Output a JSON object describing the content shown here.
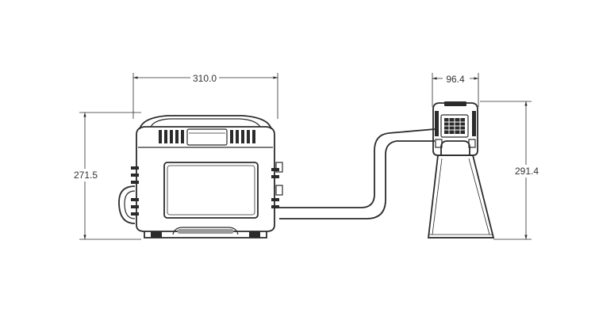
{
  "dimensions": {
    "main_width": "310.0",
    "main_height": "271.5",
    "side_width": "96.4",
    "side_height": "291.4"
  },
  "colors": {
    "line": "#2b2b2b",
    "background": "#ffffff"
  }
}
